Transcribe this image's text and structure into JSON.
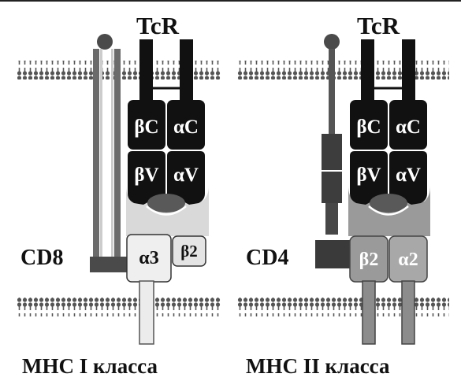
{
  "left_panel": {
    "receptor_label": "TcR",
    "beta_c": "βC",
    "alpha_c": "αC",
    "beta_v": "βV",
    "alpha_v": "αV",
    "coreceptor_label": "CD8",
    "alpha3": "α3",
    "beta2": "β2",
    "caption": "МНС I класса"
  },
  "right_panel": {
    "receptor_label": "TcR",
    "beta_c": "βC",
    "alpha_c": "αC",
    "beta_v": "βV",
    "alpha_v": "αV",
    "coreceptor_label": "CD4",
    "beta2": "β2",
    "alpha2": "α2",
    "caption": "МНС II класса"
  },
  "colors": {
    "background": "#ffffff",
    "domain_dark": "#111111",
    "membrane": "#555555",
    "coreceptor": "#484848",
    "peptide": "#595959",
    "mhc_light": "#d9d9d9",
    "mhc_class2": "#9a9a9a"
  }
}
